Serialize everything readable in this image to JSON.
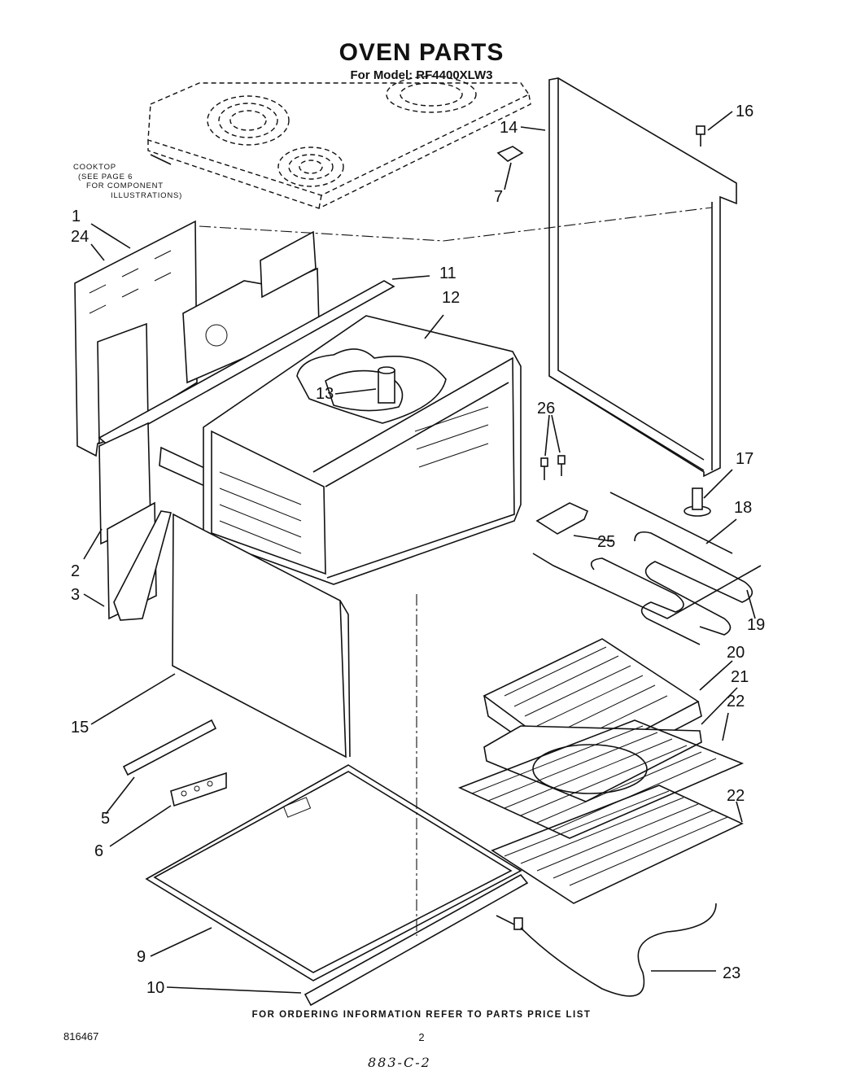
{
  "header": {
    "title": "OVEN PARTS",
    "model_line": "For Model: RF4400XLW3"
  },
  "cooktop_note": {
    "lines": [
      "COOKTOP",
      "(SEE PAGE 6",
      "FOR COMPONENT",
      "ILLUSTRATIONS)"
    ]
  },
  "callouts": [
    {
      "id": "1",
      "label": "1"
    },
    {
      "id": "24",
      "label": "24"
    },
    {
      "id": "2",
      "label": "2"
    },
    {
      "id": "3",
      "label": "3"
    },
    {
      "id": "5",
      "label": "5"
    },
    {
      "id": "6",
      "label": "6"
    },
    {
      "id": "7",
      "label": "7"
    },
    {
      "id": "9",
      "label": "9"
    },
    {
      "id": "10",
      "label": "10"
    },
    {
      "id": "11",
      "label": "11"
    },
    {
      "id": "12",
      "label": "12"
    },
    {
      "id": "13",
      "label": "13"
    },
    {
      "id": "14",
      "label": "14"
    },
    {
      "id": "15",
      "label": "15"
    },
    {
      "id": "16",
      "label": "16"
    },
    {
      "id": "17",
      "label": "17"
    },
    {
      "id": "18",
      "label": "18"
    },
    {
      "id": "19",
      "label": "19"
    },
    {
      "id": "20",
      "label": "20"
    },
    {
      "id": "21",
      "label": "21"
    },
    {
      "id": "22a",
      "label": "22"
    },
    {
      "id": "22b",
      "label": "22"
    },
    {
      "id": "23",
      "label": "23"
    },
    {
      "id": "25",
      "label": "25"
    },
    {
      "id": "26",
      "label": "26"
    }
  ],
  "footer": {
    "ordering_note": "FOR ORDERING INFORMATION REFER TO PARTS PRICE LIST",
    "doc_number": "816467",
    "page_number": "2",
    "handwritten": "883-C-2"
  }
}
